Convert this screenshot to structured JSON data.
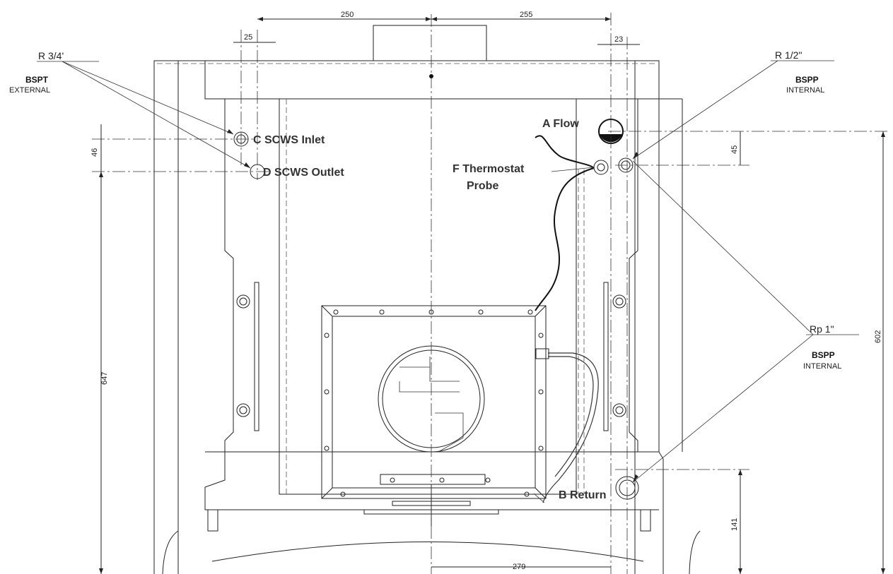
{
  "dimensions": {
    "d250": "250",
    "d255": "255",
    "d25": "25",
    "d23": "23",
    "d46": "46",
    "d45": "45",
    "d647": "647",
    "d602": "602",
    "d141": "141",
    "d279": "279"
  },
  "specs": {
    "left": {
      "size": "R 3/4'",
      "thread": "BSPT",
      "type": "EXTERNAL"
    },
    "right_top": {
      "size": "R 1/2\"",
      "thread": "BSPP",
      "type": "INTERNAL"
    },
    "right_mid": {
      "size": "Rp 1\"",
      "thread": "BSPP",
      "type": "INTERNAL"
    }
  },
  "connections": {
    "a": "A Flow",
    "b": "B Return",
    "c": "C  SCWS Inlet",
    "d": "D  SCWS Outlet",
    "f1": "F Thermostat",
    "f2": "Probe"
  },
  "colors": {
    "line": "#222222",
    "label": "#333333"
  }
}
